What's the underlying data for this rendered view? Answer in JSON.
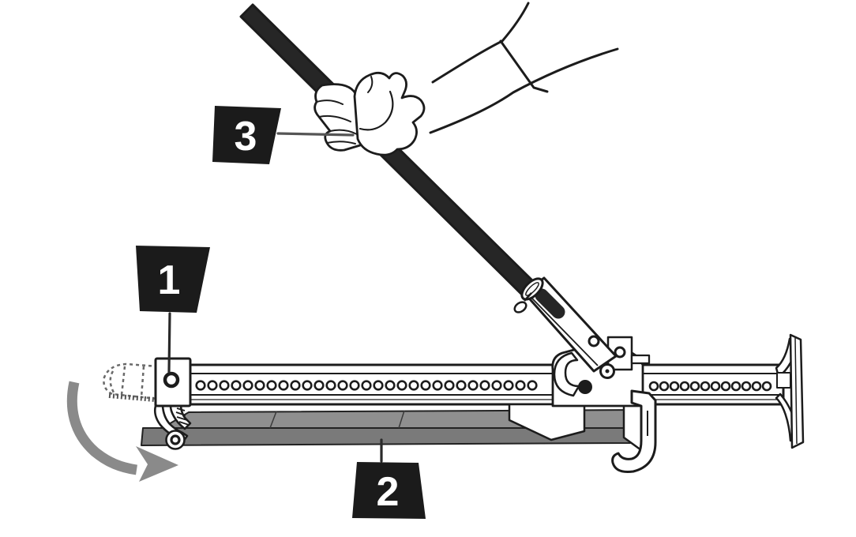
{
  "figure": {
    "description": "Instruction illustration: farm jack used horizontally as a clamp, hand operating the handle",
    "background": "#ffffff",
    "ink": "#1c1c1c",
    "callouts": [
      {
        "number": "1",
        "target": "top-clamp-clevis-pin"
      },
      {
        "number": "2",
        "target": "clamped-board"
      },
      {
        "number": "3",
        "target": "hand-gripping-handle"
      }
    ],
    "colors": {
      "label_bg": "#1b1b1b",
      "label_text": "#ffffff",
      "handle": "#262626",
      "board_top": "#8f8f8f",
      "board_front": "#7a7a7a",
      "arrow": "#8a8a8a"
    }
  }
}
